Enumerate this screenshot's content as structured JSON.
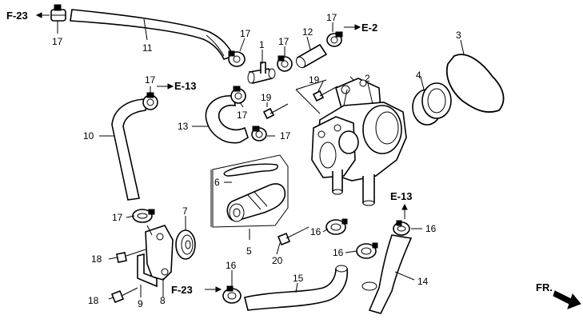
{
  "callouts": {
    "n1": "1",
    "n2": "2",
    "n3": "3",
    "n4": "4",
    "n5": "5",
    "n6": "6",
    "n7": "7",
    "n8": "8",
    "n9": "9",
    "n10": "10",
    "n11": "11",
    "n12": "12",
    "n13": "13",
    "n14": "14",
    "n15": "15",
    "n16a": "16",
    "n16b": "16",
    "n16c": "16",
    "n16d": "16",
    "n17a": "17",
    "n17b": "17",
    "n17c": "17",
    "n17d": "17",
    "n17e": "17",
    "n17f": "17",
    "n17g": "17",
    "n17h": "17",
    "n18a": "18",
    "n18b": "18",
    "n19a": "19",
    "n19b": "19",
    "n20": "20"
  },
  "references": {
    "f23_top": "F-23",
    "e2": "E-2",
    "e13_left": "E-13",
    "e13_right": "E-13",
    "f23_bottom": "F-23"
  },
  "direction": {
    "label": "FR."
  }
}
